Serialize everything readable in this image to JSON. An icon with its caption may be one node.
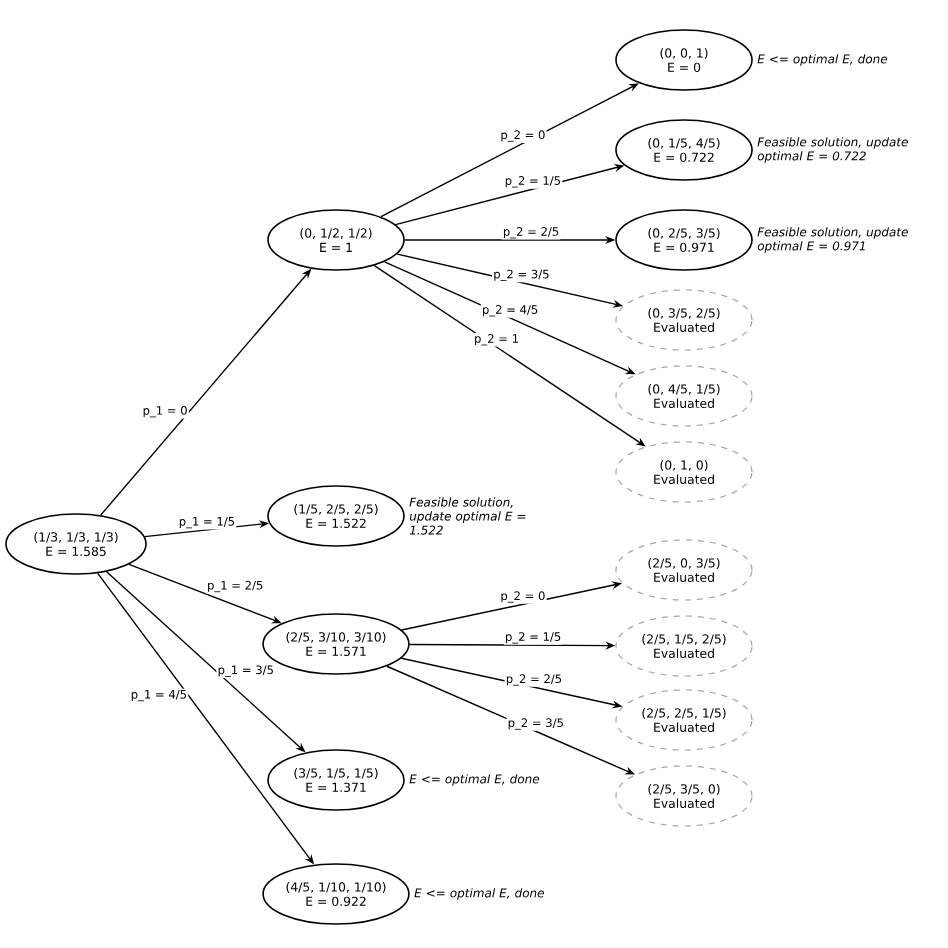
{
  "diagram": {
    "nodes": [
      {
        "text": [
          "(1/3, 1/3, 1/3)",
          "E = 1.585"
        ]
      },
      {
        "text": [
          "(0, 1/2, 1/2)",
          "E = 1"
        ]
      },
      {
        "text": [
          "(0, 0, 1)",
          "E = 0"
        ],
        "beside": [
          "E <= optimal E, done"
        ]
      },
      {
        "text": [
          "(0, 1/5, 4/5)",
          "E = 0.722"
        ],
        "beside": [
          "Feasible solution, update optimal E = 0.722"
        ]
      },
      {
        "text": [
          "(0, 2/5, 3/5)",
          "E = 0.971"
        ],
        "beside": [
          "Feasible solution, update optimal E = 0.971"
        ]
      },
      {
        "text": [
          "(0, 3/5, 2/5)",
          "Evaluated"
        ]
      },
      {
        "text": [
          "(0, 4/5, 1/5)",
          "Evaluated"
        ]
      },
      {
        "text": [
          "(0, 1, 0)",
          "Evaluated"
        ]
      },
      {
        "text": [
          "(1/5, 2/5, 2/5)",
          "E = 1.522"
        ],
        "beside": [
          "Feasible solution, update optimal E = 1.522"
        ]
      },
      {
        "text": [
          "(2/5, 3/10, 3/10)",
          "E = 1.571"
        ]
      },
      {
        "text": [
          "(2/5, 0, 3/5)",
          "Evaluated"
        ]
      },
      {
        "text": [
          "(2/5, 1/5, 2/5)",
          "Evaluated"
        ]
      },
      {
        "text": [
          "(2/5, 2/5, 1/5)",
          "Evaluated"
        ]
      },
      {
        "text": [
          "(2/5, 3/5, 0)",
          "Evaluated"
        ]
      },
      {
        "text": [
          "(3/5, 1/5, 1/5)",
          "E = 1.371"
        ],
        "beside": [
          "E <= optimal E, done"
        ]
      },
      {
        "text": [
          "(4/5, 1/10, 1/10)",
          "E = 0.922"
        ],
        "beside": [
          "E <= optimal E, done"
        ]
      }
    ],
    "edges": [
      {
        "from": 0,
        "to": 1,
        "arrow": "to",
        "label": "p_1 = 0"
      },
      {
        "from": 1,
        "to": 2,
        "arrow": "to",
        "label": "p_2 = 0"
      },
      {
        "from": 1,
        "to": 3,
        "arrow": "to",
        "label": "p_2 = 1/5"
      },
      {
        "from": 1,
        "to": 4,
        "arrow": "to",
        "label": "p_2 = 2/5"
      },
      {
        "from": 1,
        "to": 5,
        "arrow": "to",
        "label": "p_2 = 3/5"
      },
      {
        "from": 1,
        "to": 6,
        "arrow": "to",
        "label": "p_2 = 4/5"
      },
      {
        "from": 1,
        "to": 7,
        "arrow": "to",
        "label": "p_2 = 1"
      },
      {
        "from": 0,
        "to": 8,
        "arrow": "to",
        "label": "p_1 = 1/5"
      },
      {
        "from": 0,
        "to": 9,
        "arrow": "to",
        "label": "p_1 = 2/5"
      },
      {
        "from": 9,
        "to": 10,
        "arrow": "to",
        "label": "p_2 = 0"
      },
      {
        "from": 9,
        "to": 11,
        "arrow": "to",
        "label": "p_2 = 1/5"
      },
      {
        "from": 9,
        "to": 12,
        "arrow": "to",
        "label": "p_2 = 2/5"
      },
      {
        "from": 9,
        "to": 13,
        "arrow": "to",
        "label": "p_2 = 3/5"
      },
      {
        "from": 0,
        "to": 14,
        "arrow": "to",
        "label": "p_1 = 3/5"
      },
      {
        "from": 0,
        "to": 15,
        "arrow": "to",
        "label": "p_1 = 4/5"
      }
    ]
  }
}
